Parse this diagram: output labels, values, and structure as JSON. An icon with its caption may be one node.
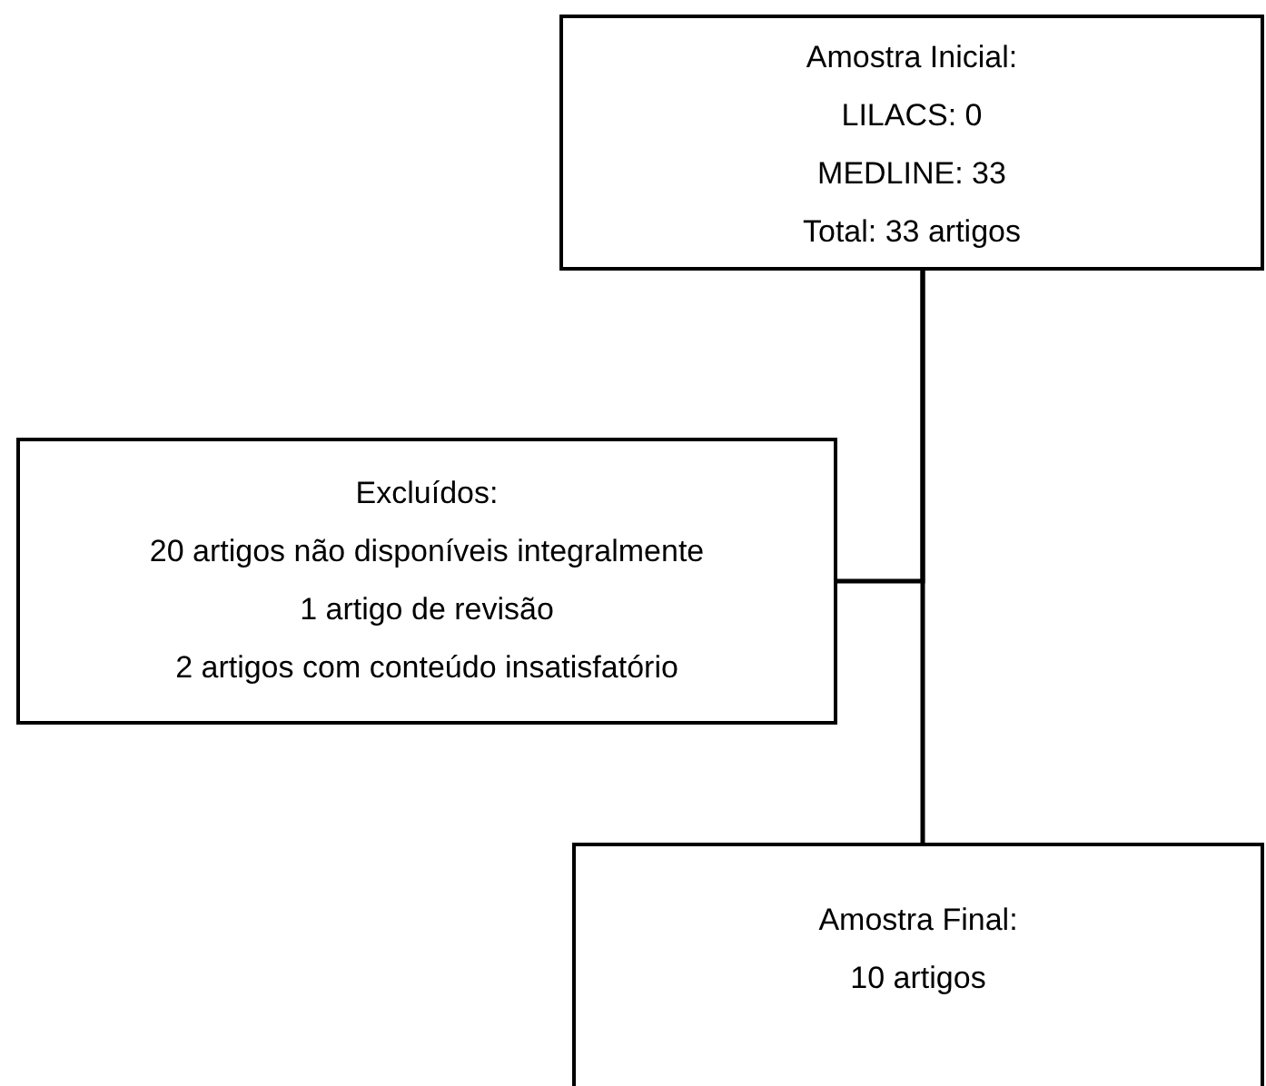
{
  "diagram": {
    "nodes": [
      {
        "text": [
          "Amostra Inicial:",
          "LILACS: 0",
          "MEDLINE: 33",
          "Total: 33 artigos"
        ]
      },
      {
        "text": [
          "Excluídos:",
          "20 artigos não disponíveis integralmente",
          "1 artigo de revisão",
          "2 artigos com conteúdo insatisfatório"
        ]
      },
      {
        "text": [
          "Amostra Final:",
          "10 artigos"
        ]
      }
    ],
    "edges": [
      {
        "from": 0,
        "to": 2,
        "arrow": "none"
      },
      {
        "from": 0,
        "to": 1,
        "arrow": "none"
      }
    ]
  }
}
